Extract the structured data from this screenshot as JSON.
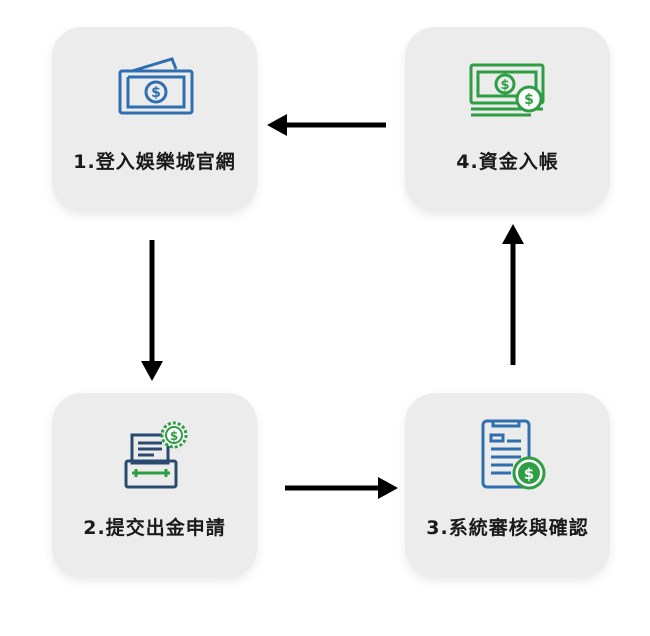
{
  "steps": [
    {
      "label": "1.登入娛樂城官網",
      "icon": "cash-bill-icon"
    },
    {
      "label": "2.提交出金申請",
      "icon": "cash-register-icon"
    },
    {
      "label": "3.系統審核與確認",
      "icon": "document-dollar-icon"
    },
    {
      "label": "4.資金入帳",
      "icon": "money-stack-icon"
    }
  ],
  "colors": {
    "blue": "#2f6fb0",
    "green": "#2e9e44",
    "navy": "#2b4a6f"
  }
}
